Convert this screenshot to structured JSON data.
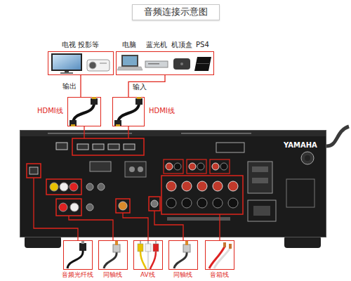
{
  "diagram": {
    "title": "音频连接示意图",
    "nodes": [
      {
        "text": [
          "电视 投影等"
        ]
      },
      {
        "text": [
          "电脑",
          "蓝光机",
          "机顶盒",
          "PS4"
        ]
      },
      {
        "text": [
          "HDMI线"
        ]
      },
      {
        "text": [
          "HDMI线"
        ]
      },
      {
        "text": [
          "YAMAHA"
        ]
      },
      {
        "text": [
          "音频光纤线"
        ]
      },
      {
        "text": [
          "同轴线"
        ]
      },
      {
        "text": [
          "AV线"
        ]
      },
      {
        "text": [
          "同轴线"
        ]
      },
      {
        "text": [
          "音箱线"
        ]
      }
    ],
    "edges": [
      {
        "from": 0,
        "to": 2,
        "label": "输出",
        "arrow": "none"
      },
      {
        "from": 1,
        "to": 3,
        "label": "输入",
        "arrow": "none"
      },
      {
        "from": 2,
        "to": 4,
        "arrow": "none"
      },
      {
        "from": 3,
        "to": 4,
        "arrow": "none"
      },
      {
        "from": 5,
        "to": 4,
        "arrow": "none"
      },
      {
        "from": 6,
        "to": 4,
        "arrow": "none"
      },
      {
        "from": 7,
        "to": 4,
        "arrow": "none"
      },
      {
        "from": 8,
        "to": 4,
        "arrow": "none"
      },
      {
        "from": 9,
        "to": 4,
        "arrow": "none"
      }
    ]
  }
}
